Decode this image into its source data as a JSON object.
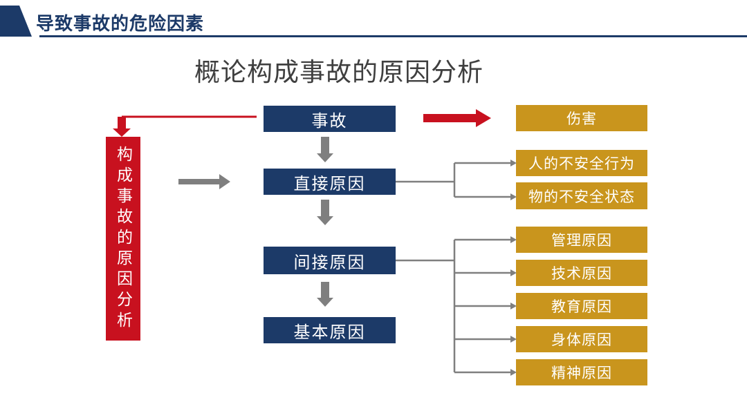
{
  "header": {
    "title": "导致事故的危险因素"
  },
  "title": "概论构成事故的原因分析",
  "diagram": {
    "side_label": "构成事故的原因分析",
    "flow": [
      "事故",
      "直接原因",
      "间接原因",
      "基本原因"
    ],
    "injury": "伤害",
    "direct_causes": [
      "人的不安全行为",
      "物的不安全状态"
    ],
    "indirect_causes": [
      "管理原因",
      "技术原因",
      "教育原因",
      "身体原因",
      "精神原因"
    ]
  },
  "colors": {
    "navy": "#1C3A68",
    "gold": "#C9951D",
    "red": "#C8111F",
    "gray": "#7F7F7F",
    "title-gray": "#3F3F3F"
  }
}
